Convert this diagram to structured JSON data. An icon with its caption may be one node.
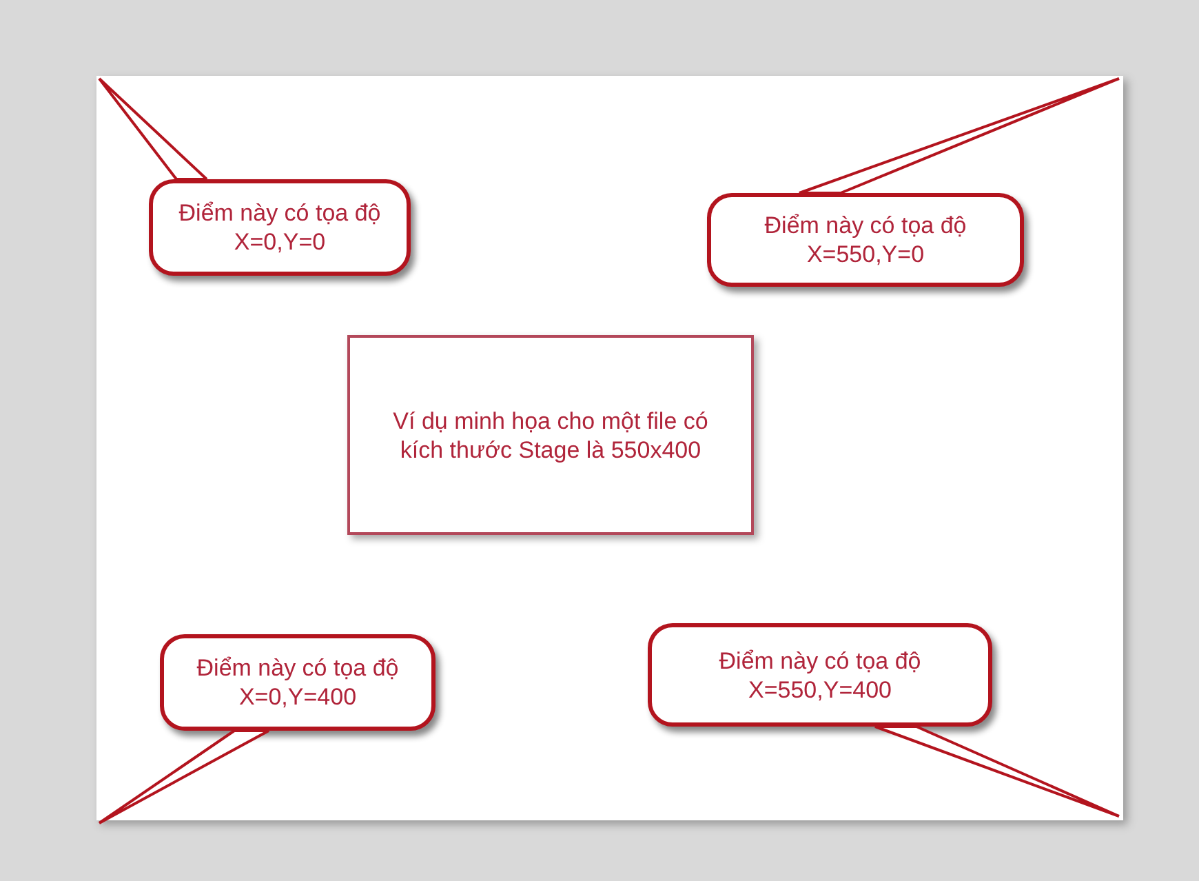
{
  "diagram": {
    "nodes": [
      {
        "text": [
          "Điểm này có tọa độ X=0,Y=0"
        ]
      },
      {
        "text": [
          "Điểm này có tọa độ X=550,Y=0"
        ]
      },
      {
        "text": [
          "Ví dụ minh họa cho một file có kích thước Stage là 550x400"
        ]
      },
      {
        "text": [
          "Điểm này có tọa độ X=0,Y=400"
        ]
      },
      {
        "text": [
          "Điểm này có tọa độ X=550,Y=400"
        ]
      }
    ],
    "edges": [
      {
        "from": 0,
        "to": null,
        "arrow": "none"
      },
      {
        "from": 1,
        "to": null,
        "arrow": "none"
      },
      {
        "from": 3,
        "to": null,
        "arrow": "none"
      },
      {
        "from": 4,
        "to": null,
        "arrow": "none"
      }
    ]
  }
}
